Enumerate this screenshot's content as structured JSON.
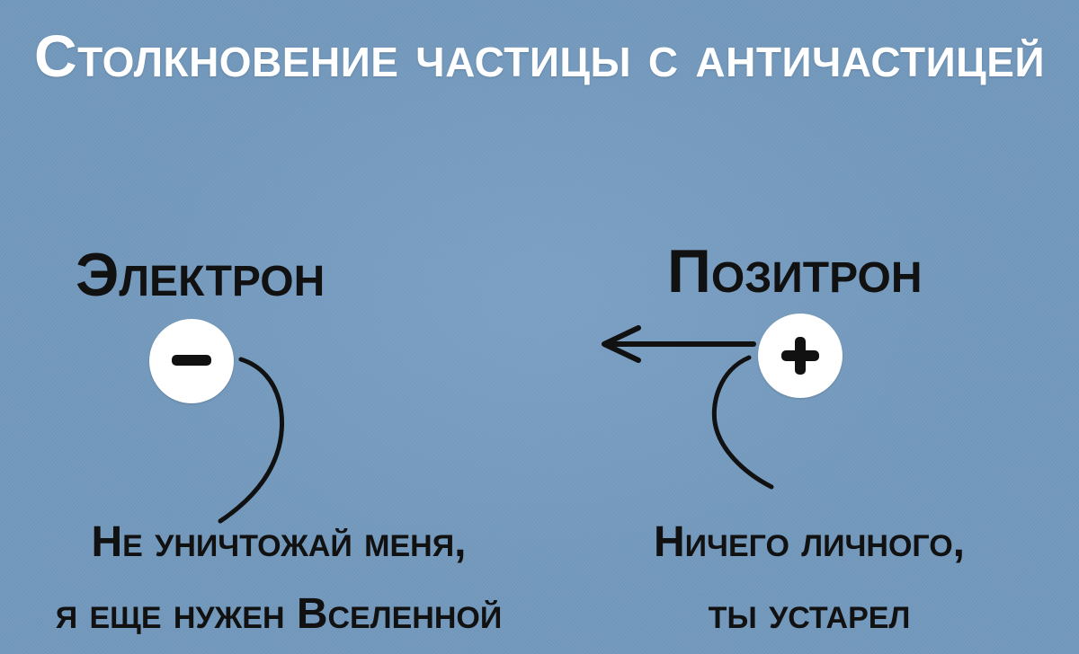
{
  "title": "Столкновение частицы с античастицей",
  "electron": {
    "label": "Электрон",
    "charge_icon": "minus-icon",
    "quote_line1": "Не уничтожай меня,",
    "quote_line2": "я еще нужен Вселенной"
  },
  "positron": {
    "label": "Позитрон",
    "charge_icon": "plus-icon",
    "motion_icon": "arrow-left-icon",
    "quote_line1": "Ничего личного,",
    "quote_line2": "ты устарел"
  },
  "colors": {
    "background": "#7299bd",
    "title_text": "#ffffff",
    "label_text": "#111111",
    "particle_fill": "#ffffff"
  }
}
